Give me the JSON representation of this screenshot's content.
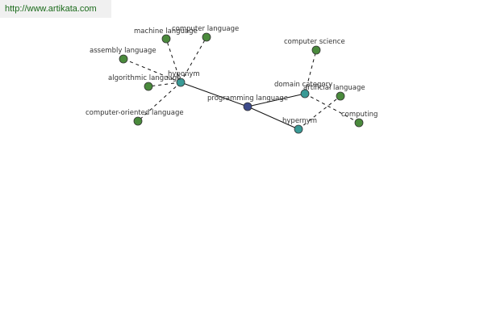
{
  "site": {
    "url": "http://www.artikata.com"
  },
  "graph": {
    "colors": {
      "center": "#3d4a8a",
      "relation": "#3a9a96",
      "leaf": "#4a8a3c",
      "edge": "#111111"
    },
    "center": {
      "id": "programming_language",
      "label": "programming language"
    },
    "relations": [
      {
        "id": "hyponym",
        "label": "hyponym"
      },
      {
        "id": "domain_category",
        "label": "domain category"
      },
      {
        "id": "hypernym",
        "label": "hypernym"
      }
    ],
    "leaves": [
      {
        "id": "machine_language",
        "label": "machine language",
        "parent": "hyponym"
      },
      {
        "id": "computer_language_h",
        "label": "computer language",
        "parent": "hyponym"
      },
      {
        "id": "assembly_language",
        "label": "assembly language",
        "parent": "hyponym"
      },
      {
        "id": "algorithmic_language",
        "label": "algorithmic language",
        "parent": "hyponym"
      },
      {
        "id": "computer_oriented_language",
        "label": "computer-oriented language",
        "parent": "hyponym"
      },
      {
        "id": "computer_science",
        "label": "computer science",
        "parent": "domain_category"
      },
      {
        "id": "artificial_language",
        "label": "artificial language",
        "parent": "hypernym"
      },
      {
        "id": "computing",
        "label": "computing",
        "parent": "domain_category"
      }
    ]
  }
}
